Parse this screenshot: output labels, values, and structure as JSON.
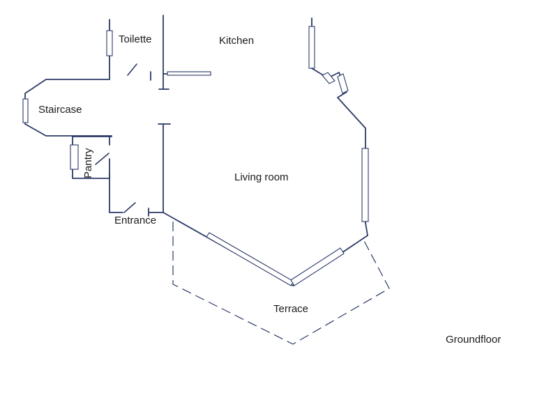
{
  "rooms": {
    "toilette": "Toilette",
    "kitchen": "Kitchen",
    "staircase": "Staircase",
    "pantry": "Pantry",
    "living_room": "Living room",
    "entrance": "Entrance",
    "terrace": "Terrace"
  },
  "floor_label": "Groundfloor",
  "colors": {
    "ink": "#2b3a67",
    "paper": "#ffffff"
  }
}
